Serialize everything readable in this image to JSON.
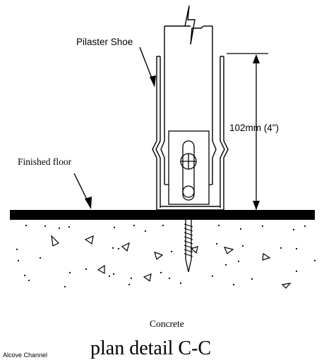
{
  "labels": {
    "pilaster_shoe": "Pilaster Shoe",
    "dimension": "102mm (4\")",
    "finished_floor": "Finished floor",
    "concrete": "Concrete",
    "title": "plan detail C-C",
    "alcove_channel": "Alcove Channel"
  },
  "colors": {
    "line": "#000000",
    "background": "#ffffff"
  }
}
